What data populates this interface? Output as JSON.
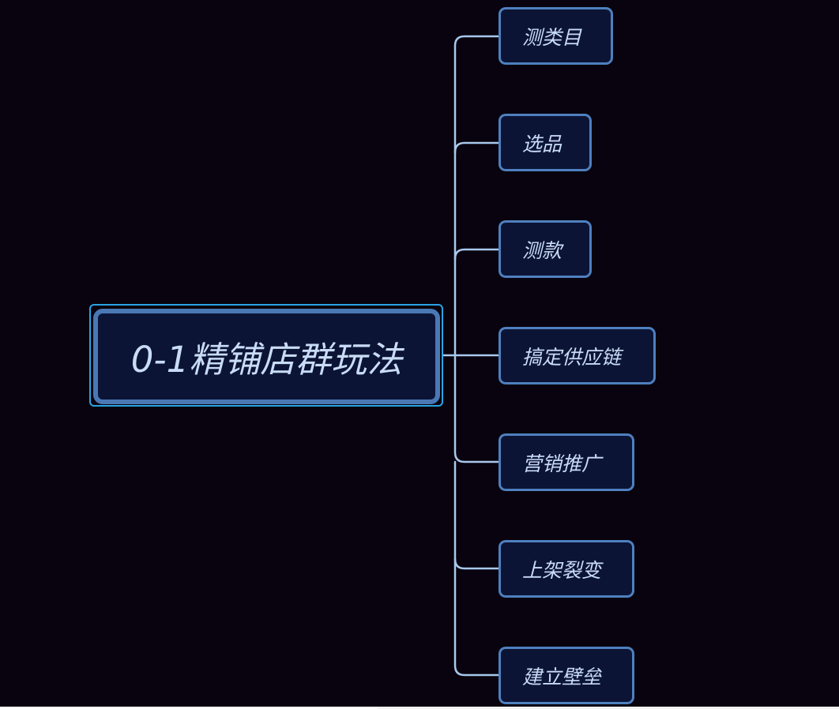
{
  "colors": {
    "background": "#08030e",
    "node_fill": "#0c1435",
    "node_border": "#4e80bf",
    "text": "#c9dcf6",
    "connector": "#a9c8ec",
    "selection": "#29a3e6"
  },
  "mindmap": {
    "root": {
      "label": "0-1精铺店群玩法"
    },
    "children": [
      {
        "label": "测类目"
      },
      {
        "label": "选品"
      },
      {
        "label": "测款"
      },
      {
        "label": "搞定供应链"
      },
      {
        "label": "营销推广"
      },
      {
        "label": "上架裂变"
      },
      {
        "label": "建立壁垒"
      }
    ]
  }
}
